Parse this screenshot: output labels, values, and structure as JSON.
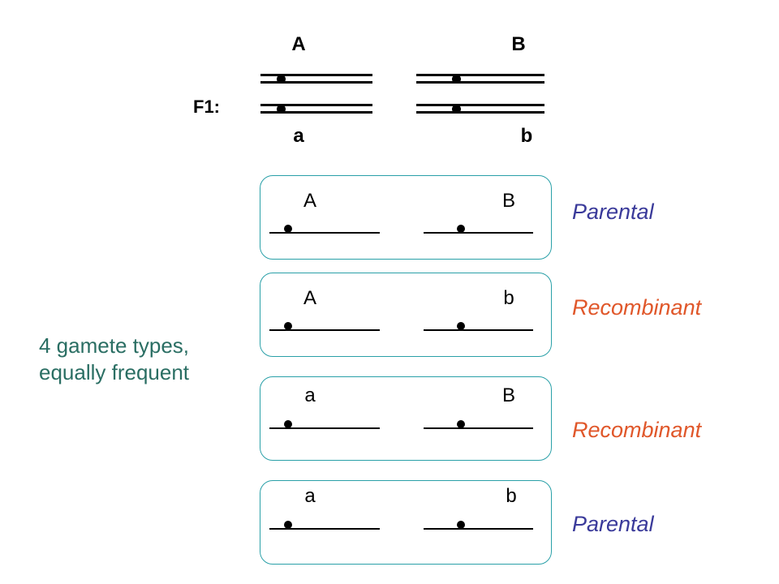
{
  "f1": {
    "label": "F1:",
    "allele_top_left": "A",
    "allele_top_right": "B",
    "allele_bottom_left": "a",
    "allele_bottom_right": "b"
  },
  "gametes": [
    {
      "left": "A",
      "right": "B",
      "type": "Parental"
    },
    {
      "left": "A",
      "right": "b",
      "type": "Recombinant"
    },
    {
      "left": "a",
      "right": "B",
      "type": "Recombinant"
    },
    {
      "left": "a",
      "right": "b",
      "type": "Parental"
    }
  ],
  "note": {
    "line1": "4 gamete types,",
    "line2": "equally frequent"
  },
  "colors": {
    "parental": "#3a3a9a",
    "recombinant": "#e0572a",
    "note": "#2a6e63",
    "box_border": "#2aa0a8"
  }
}
